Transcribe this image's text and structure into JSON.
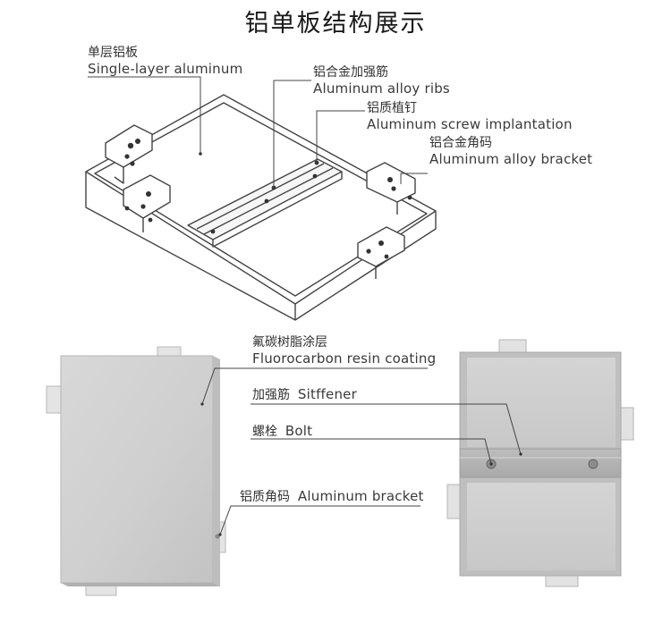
{
  "title": "铝单板结构展示",
  "top_labels": [
    {
      "cn": "单层铝板",
      "en": "Single-layer aluminum"
    },
    {
      "cn": "铝合金加强筋",
      "en": "Aluminum alloy ribs"
    },
    {
      "cn": "铝质植钉",
      "en": "Aluminum screw implantation"
    },
    {
      "cn": "铝合金角码",
      "en": "Aluminum alloy bracket"
    }
  ],
  "bottom_labels": [
    {
      "cn": "氟碳树脂涂层",
      "en": "Fluorocarbon resin coating"
    },
    {
      "cn": "加强筋",
      "en": "Sitffener"
    },
    {
      "cn": "螺栓",
      "en": "Bolt"
    },
    {
      "cn": "铝质角码",
      "en": "Aluminum bracket"
    }
  ]
}
